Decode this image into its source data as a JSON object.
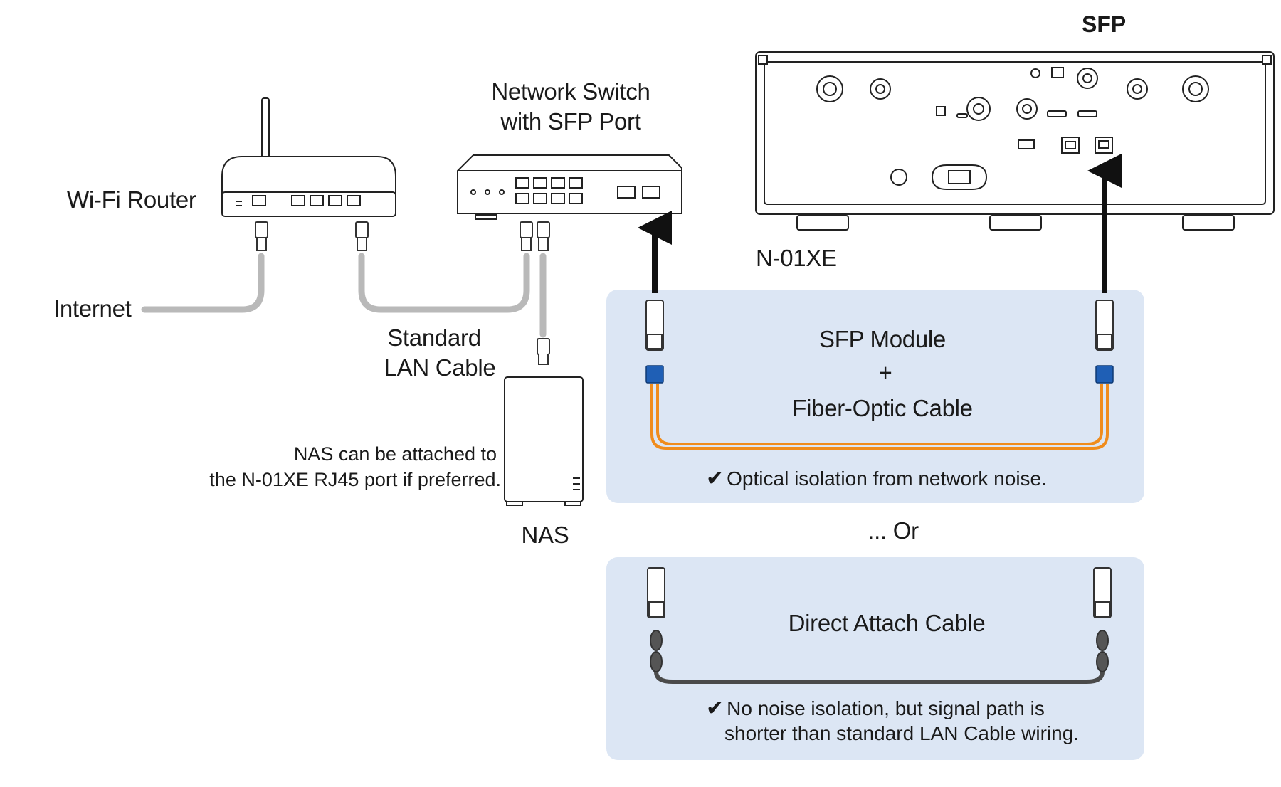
{
  "labels": {
    "sfp_header": "SFP",
    "wifi_router": "Wi-Fi Router",
    "internet": "Internet",
    "switch_line1": "Network Switch",
    "switch_line2": "with SFP Port",
    "lan_line1": "Standard",
    "lan_line2": "LAN Cable",
    "nas": "NAS",
    "nas_note_line1": "NAS can be attached to",
    "nas_note_line2": "the N-01XE RJ45 port if preferred.",
    "device": "N-01XE",
    "or": "... Or"
  },
  "panels": {
    "fiber": {
      "title_line1": "SFP Module",
      "title_plus": "+",
      "title_line2": "Fiber-Optic Cable",
      "check": "✔",
      "note": "Optical isolation from network noise."
    },
    "dac": {
      "title": "Direct Attach Cable",
      "check": "✔",
      "note_line1": "No noise isolation, but signal path is",
      "note_line2": "shorter than standard LAN Cable wiring."
    }
  },
  "colors": {
    "panel_bg": "#dce6f4",
    "lan_cable": "#b9b9b9",
    "fiber_cable": "#f08c1c",
    "dac_cable": "#4a4a4a",
    "connector_blue": "#1f5fb5",
    "arrow": "#111111"
  },
  "icons": [
    "router-icon",
    "switch-icon",
    "nas-icon",
    "n01xe-rear-panel-icon",
    "sfp-module-icon",
    "fiber-connector-icon",
    "dac-plug-icon",
    "up-arrow-icon"
  ]
}
